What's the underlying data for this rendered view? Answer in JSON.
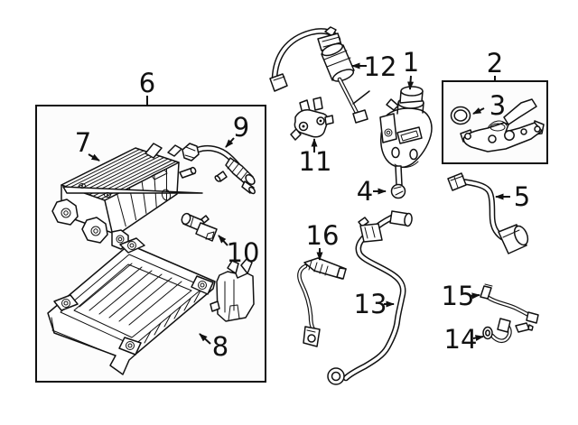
{
  "diagram": {
    "kind": "exploded-parts-line-drawing",
    "colors": {
      "background": "#ffffff",
      "line": "#111111",
      "box_fill": "#fcfcfc"
    },
    "callouts": [
      {
        "label": "1"
      },
      {
        "label": "2"
      },
      {
        "label": "3"
      },
      {
        "label": "4"
      },
      {
        "label": "5"
      },
      {
        "label": "6"
      },
      {
        "label": "7"
      },
      {
        "label": "8"
      },
      {
        "label": "9"
      },
      {
        "label": "10"
      },
      {
        "label": "11"
      },
      {
        "label": "12"
      },
      {
        "label": "13"
      },
      {
        "label": "14"
      },
      {
        "label": "15"
      },
      {
        "label": "16"
      }
    ]
  }
}
